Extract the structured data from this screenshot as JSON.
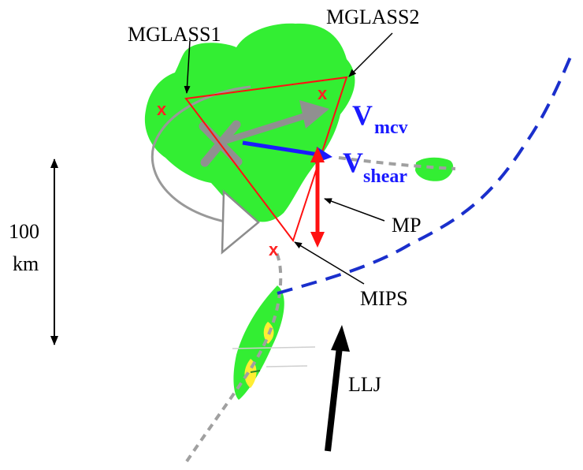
{
  "diagram": {
    "labels": {
      "mglass1": "MGLASS1",
      "mglass2": "MGLASS2",
      "mips": "MIPS",
      "mp": "MP",
      "llj": "LLJ",
      "scale_value": "100",
      "scale_unit": "km",
      "vmcv_main": "V",
      "vmcv_sub": "mcv",
      "vshear_main": "V",
      "vshear_sub": "shear"
    },
    "markers": {
      "site_mark": "x",
      "mcv_center": "X"
    },
    "colors": {
      "cloud": "#33ee33",
      "core": "#ffee33",
      "triangle": "#ff1111",
      "site_mark": "#ff2222",
      "front": "#1a2fcc",
      "vmcv": "#1a1aff",
      "mcv_center": "#909090",
      "jet": "#000000"
    }
  }
}
